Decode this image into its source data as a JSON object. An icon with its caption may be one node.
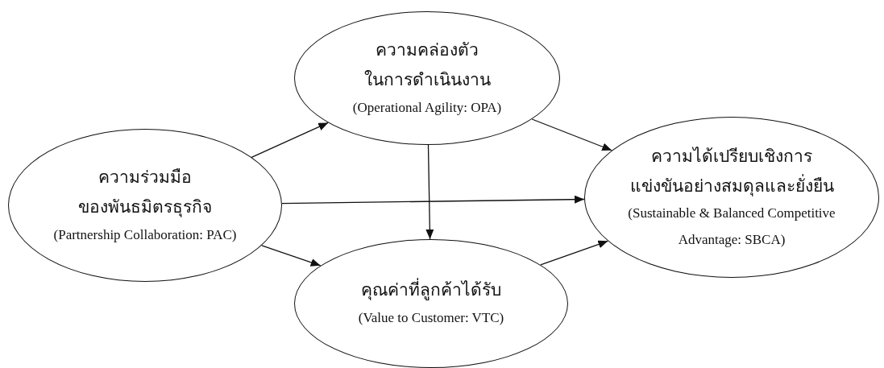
{
  "diagram": {
    "nodes": [
      {
        "text": [
          "ความร่วมมือ ของพันธมิตรธุรกิจ",
          "(Partnership Collaboration: PAC)"
        ]
      },
      {
        "text": [
          "ความคล่องตัว ในการดำเนินงาน",
          "(Operational Agility: OPA)"
        ]
      },
      {
        "text": [
          "คุณค่าที่ลูกค้าได้รับ",
          "(Value to Customer: VTC)"
        ]
      },
      {
        "text": [
          "ความได้เปรียบเชิงการ แข่งขันอย่างสมดุลและยั่งยืน",
          "(Sustainable & Balanced Competitive Advantage: SBCA)"
        ]
      }
    ],
    "edges": [
      {
        "from": 0,
        "to": 1,
        "arrow": "to"
      },
      {
        "from": 1,
        "to": 3,
        "arrow": "to"
      },
      {
        "from": 1,
        "to": 2,
        "arrow": "to"
      },
      {
        "from": 0,
        "to": 3,
        "arrow": "to"
      },
      {
        "from": 0,
        "to": 2,
        "arrow": "to"
      },
      {
        "from": 2,
        "to": 3,
        "arrow": "to"
      }
    ]
  }
}
